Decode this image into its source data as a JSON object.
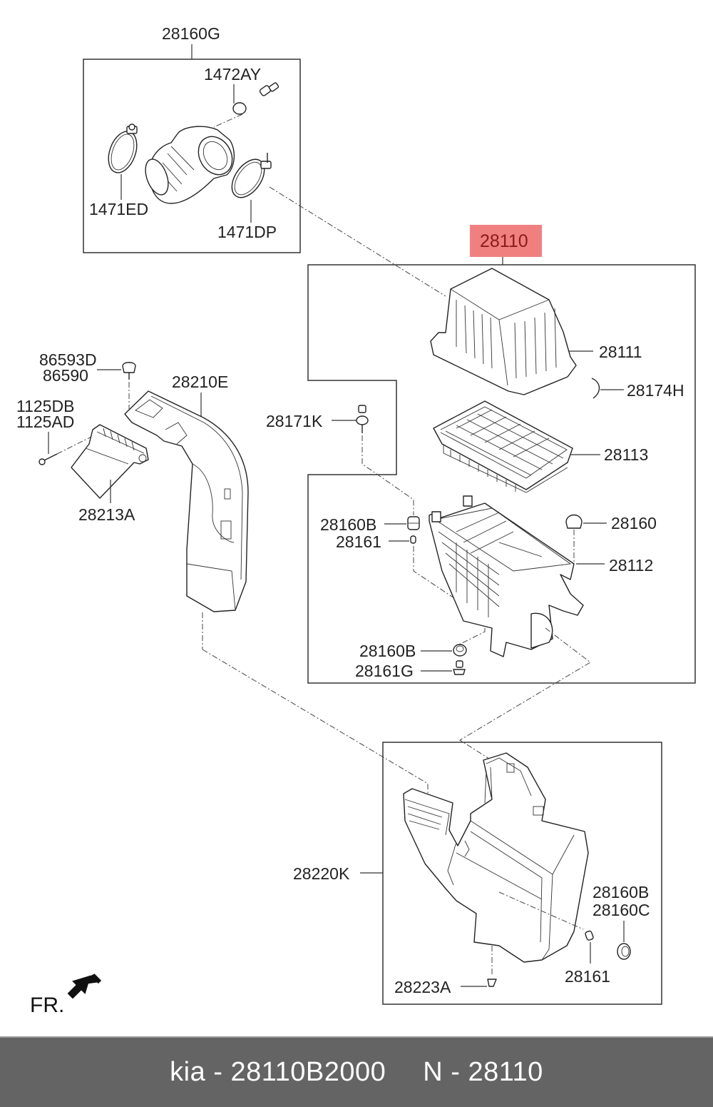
{
  "diagram": {
    "title_part": "28110",
    "highlight_color": "#f08080",
    "groups": {
      "hose_group": "28160G",
      "air_cleaner": "28110",
      "duct_assy": "28210E",
      "resonator": "28220K"
    },
    "labels": {
      "l_28160G": "28160G",
      "l_1472AY": "1472AY",
      "l_1471ED": "1471ED",
      "l_1471DP": "1471DP",
      "l_28110": "28110",
      "l_28111": "28111",
      "l_28174H": "28174H",
      "l_28171K": "28171K",
      "l_28113": "28113",
      "l_86593D": "86593D",
      "l_86590": "86590",
      "l_28210E": "28210E",
      "l_1125DB": "1125DB",
      "l_1125AD": "1125AD",
      "l_28213A": "28213A",
      "l_28160B_a": "28160B",
      "l_28161_a": "28161",
      "l_28160": "28160",
      "l_28112": "28112",
      "l_28160B_b": "28160B",
      "l_28161G": "28161G",
      "l_28220K": "28220K",
      "l_28160B_c": "28160B",
      "l_28160C": "28160C",
      "l_28161_b": "28161",
      "l_28223A": "28223A"
    },
    "direction_marker": "FR."
  },
  "footer": {
    "brand_and_number": "kia - 28110B2000",
    "position_ref": "N - 28110"
  }
}
